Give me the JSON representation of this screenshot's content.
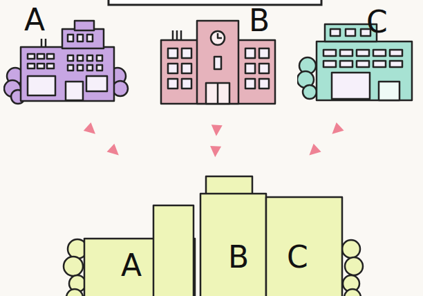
{
  "diagram": {
    "nodes": [
      {
        "text": [
          "A"
        ]
      },
      {
        "text": [
          "B"
        ]
      },
      {
        "text": [
          "C"
        ]
      },
      {
        "text": [
          "A",
          "B",
          "C"
        ]
      }
    ],
    "edges": [
      {
        "from": 0,
        "to": 3,
        "arrow": "to"
      },
      {
        "from": 1,
        "to": 3,
        "arrow": "to"
      },
      {
        "from": 2,
        "to": 3,
        "arrow": "to"
      }
    ]
  }
}
